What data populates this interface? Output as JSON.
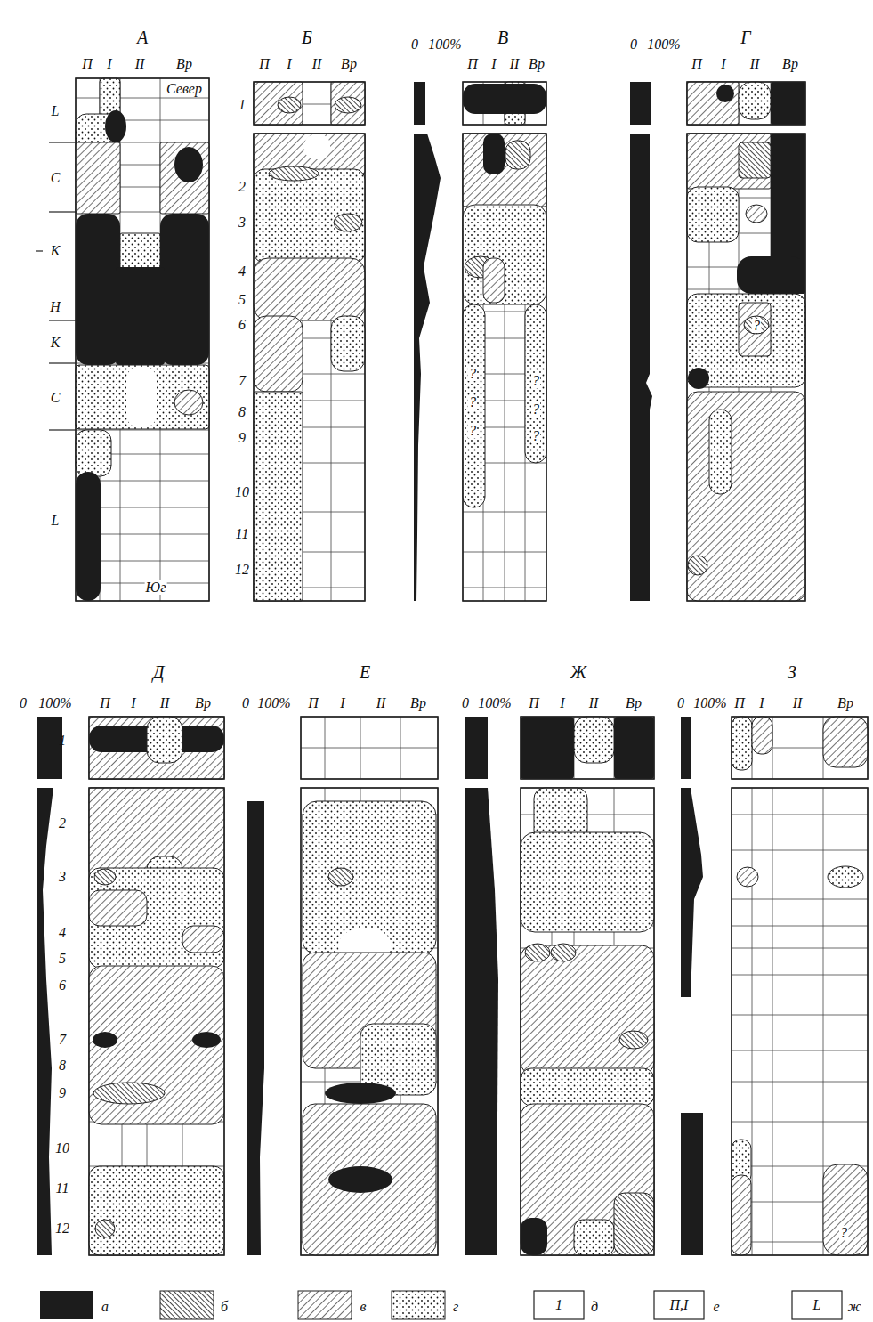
{
  "diagram": {
    "labels": [
      "А",
      "П",
      "I",
      "II",
      "Вр",
      "Север",
      "Юг",
      "L",
      "С",
      "К",
      "Н",
      "К",
      "С",
      "L",
      "Б",
      "П",
      "I",
      "II",
      "Вр",
      "1",
      "2",
      "3",
      "4",
      "5",
      "6",
      "7",
      "8",
      "9",
      "10",
      "11",
      "12",
      "0",
      "100%",
      "В",
      "П",
      "I",
      "II",
      "Вр",
      "?",
      "?",
      "?",
      "?",
      "?",
      "?",
      "0",
      "100%",
      "Г",
      "П",
      "I",
      "II",
      "Вр",
      "?",
      "Д",
      "0",
      "100%",
      "П",
      "I",
      "II",
      "Вр",
      "1",
      "2",
      "3",
      "4",
      "5",
      "6",
      "7",
      "8",
      "9",
      "10",
      "11",
      "12",
      "Е",
      "0",
      "100%",
      "П",
      "I",
      "II",
      "Вр",
      "Ж",
      "0",
      "100%",
      "П",
      "I",
      "II",
      "Вр",
      "З",
      "0",
      "100%",
      "П",
      "I",
      "II",
      "Вр",
      "?",
      "1",
      "П,I",
      "L"
    ],
    "legend": [
      {
        "text": "а",
        "color": "#1c1c1c"
      },
      {
        "text": "б"
      },
      {
        "text": "в"
      },
      {
        "text": "г"
      },
      {
        "text": "д"
      },
      {
        "text": "е"
      },
      {
        "text": "ж"
      }
    ]
  }
}
